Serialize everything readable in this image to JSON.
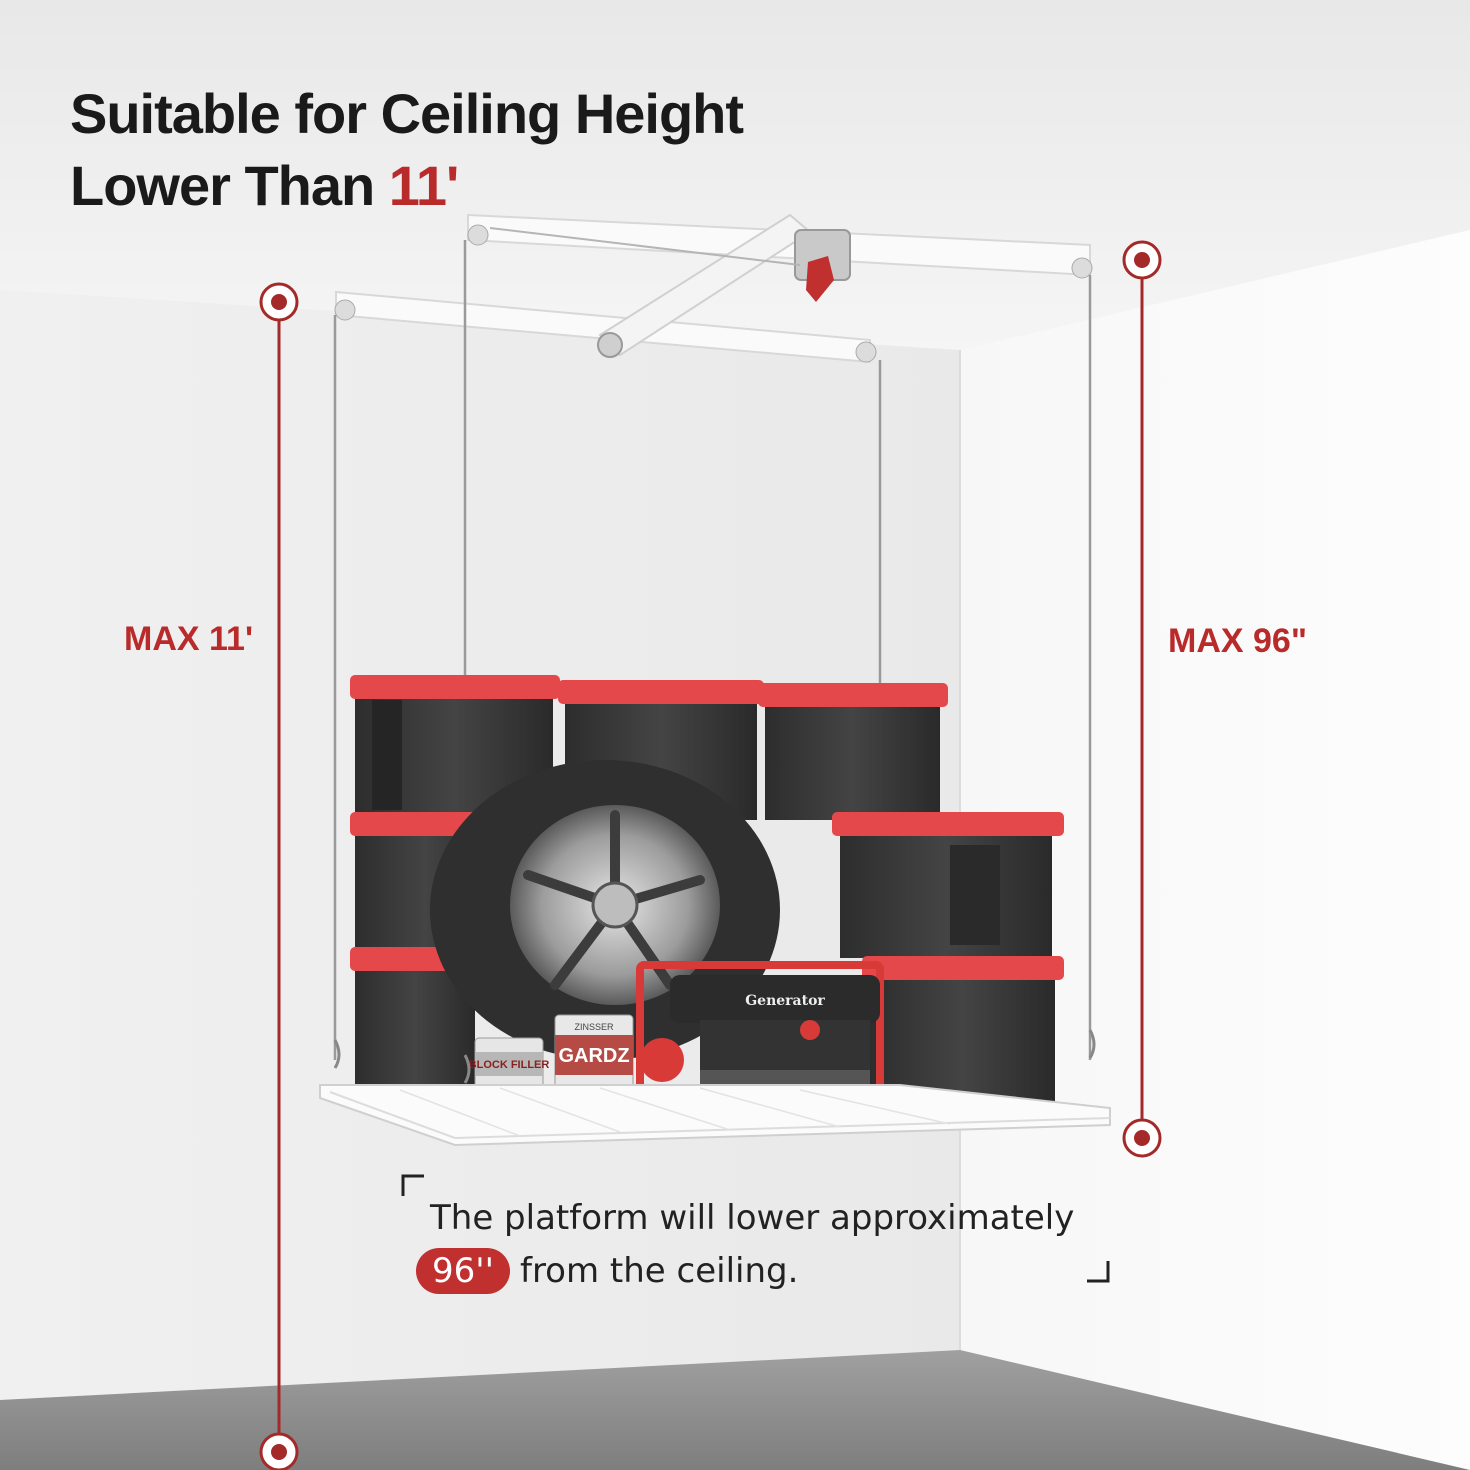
{
  "headline": {
    "line1": "Suitable for Ceiling Height",
    "line2_prefix": "Lower Than ",
    "line2_accent": "11'"
  },
  "dimensions": {
    "left_label": "MAX 11'",
    "right_label": "MAX 96\""
  },
  "caption": {
    "line1": "The platform will lower approximately",
    "pill": "96''",
    "line2": "from the ceiling."
  },
  "product_labels": {
    "generator": "Generator",
    "can_left": "BLOCK FILLER",
    "can_right_brand": "GARDZ",
    "can_maker": "ZINSSER"
  },
  "colors": {
    "accent": "#b92b2b",
    "bin_lid": "#e5484a",
    "bin_body": "#3a3a3a",
    "wall": "#f4f4f4",
    "floor": "#8c8c8c"
  }
}
